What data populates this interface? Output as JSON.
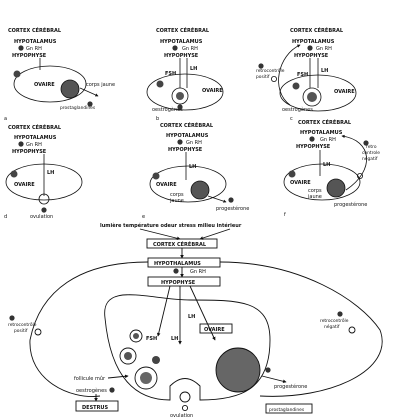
{
  "labels": {
    "cortex": "CORTEX CÉRÉBRAL",
    "hypothalamus": "HYPOTALAMUS",
    "hypothalamus_box": "HYPOTHALAMUS",
    "gnrh": "Gn RH",
    "hypophyse": "HYPOPHYSE",
    "ovaire": "OVAIRE",
    "corps_jaune": "corps jaune",
    "corps": "corps",
    "jaune": "jaune",
    "prostaglandines": "prostaglandines",
    "fsh": "FSH",
    "lh": "LH",
    "oestrogenes": "oestrogènes",
    "retro_positif_1": "retrocontrôle",
    "retro_positif_2": "positif",
    "retro_neg_1": "retro",
    "retro_neg_2": "controle",
    "retro_neg_3": "négatif",
    "ovulation": "ovulation",
    "progesterone": "progestérone",
    "stimuli": "lumière température odeur  stress milieu intérieur",
    "retro_neg_big_1": "retrocontrôle",
    "retro_neg_big_2": "négatif",
    "follicule_mur": "follicule mûr",
    "destrus": "DESTRUS",
    "panel_letters": [
      "a",
      "b",
      "c",
      "d",
      "e",
      "f"
    ]
  }
}
